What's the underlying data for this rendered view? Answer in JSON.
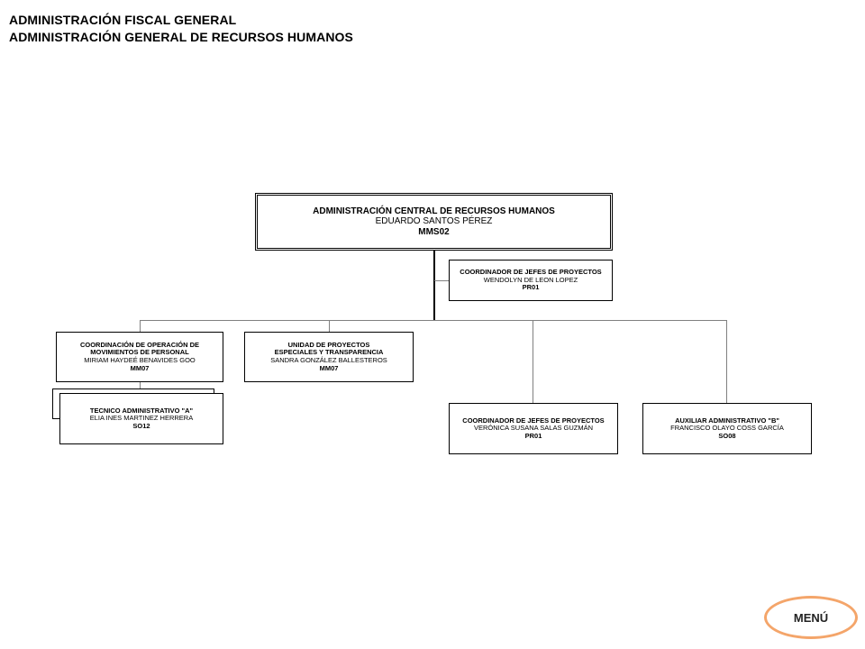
{
  "header": {
    "line1": "ADMINISTRACIÓN FISCAL GENERAL",
    "line2": "ADMINISTRACIÓN GENERAL DE RECURSOS HUMANOS"
  },
  "root": {
    "title": "ADMINISTRACIÓN CENTRAL DE RECURSOS HUMANOS",
    "name": "EDUARDO SANTOS PÉREZ",
    "code": "MMS02"
  },
  "assistant": {
    "title": "COORDINADOR DE JEFES DE PROYECTOS",
    "name": "WENDOLYN DE LEON LOPEZ",
    "code": "PR01"
  },
  "units": [
    {
      "title1": "COORDINACIÓN DE OPERACIÓN DE",
      "title2": "MOVIMIENTOS DE PERSONAL",
      "name": "MIRIAM HAYDEÉ BENAVIDES GOO",
      "code": "MM07"
    },
    {
      "title1": "UNIDAD DE PROYECTOS",
      "title2": "ESPECIALES Y TRANSPARENCIA",
      "name": "SANDRA GONZÁLEZ BALLESTEROS",
      "code": "MM07"
    },
    {
      "title1": "COORDINADOR DE JEFES DE PROYECTOS",
      "name": "VERÓNICA SUSANA SALAS GUZMÁN",
      "code": "PR01"
    },
    {
      "title1": "AUXILIAR ADMINISTRATIVO \"B\"",
      "name": "FRANCISCO OLAYO COSS GARCÍA",
      "code": "SO08"
    }
  ],
  "sub_unit": {
    "title": "TECNICO ADMINISTRATIVO \"A\"",
    "name": "ELIA INES MARTINEZ HERRERA",
    "code": "SO12"
  },
  "menu": {
    "label": "MENÚ",
    "border_color": "#f4a56a"
  }
}
